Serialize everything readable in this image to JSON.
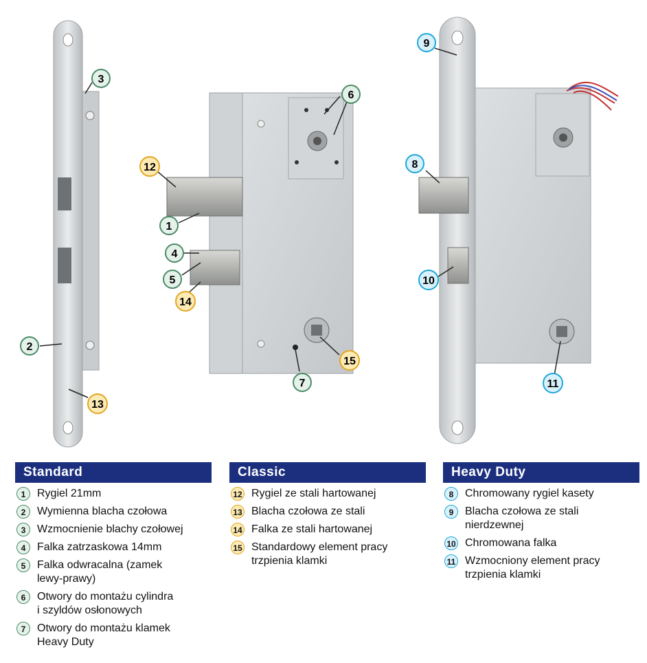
{
  "colors": {
    "header_bg": "#1c2f7e",
    "green_badge": "#4c8a68",
    "gold_badge": "#e3a623",
    "blue_badge": "#1ea7d8"
  },
  "callouts": {
    "c1": "1",
    "c2": "2",
    "c3": "3",
    "c4": "4",
    "c5": "5",
    "c6": "6",
    "c7": "7",
    "c8": "8",
    "c9": "9",
    "c10": "10",
    "c11": "11",
    "c12": "12",
    "c13": "13",
    "c14": "14",
    "c15": "15"
  },
  "standard": {
    "title": "Standard",
    "items": [
      {
        "num": "1",
        "text": "Rygiel 21mm"
      },
      {
        "num": "2",
        "text": "Wymienna blacha czołowa"
      },
      {
        "num": "3",
        "text": "Wzmocnienie blachy czołowej"
      },
      {
        "num": "4",
        "text": "Falka zatrzaskowa 14mm"
      },
      {
        "num": "5",
        "text": "Falka odwracalna (zamek",
        "text2": "lewy-prawy)"
      },
      {
        "num": "6",
        "text": "Otwory do montażu cylindra",
        "text2": "i szyldów osłonowych"
      },
      {
        "num": "7",
        "text": "Otwory do montażu klamek",
        "text2": "Heavy Duty"
      }
    ]
  },
  "classic": {
    "title": "Classic",
    "items": [
      {
        "num": "12",
        "text": "Rygiel ze stali hartowanej"
      },
      {
        "num": "13",
        "text": "Blacha czołowa ze stali"
      },
      {
        "num": "14",
        "text": "Falka ze stali hartowanej"
      },
      {
        "num": "15",
        "text": "Standardowy element pracy",
        "text2": "trzpienia klamki"
      }
    ]
  },
  "heavy_duty": {
    "title": "Heavy Duty",
    "items": [
      {
        "num": "8",
        "text": "Chromowany rygiel kasety"
      },
      {
        "num": "9",
        "text": "Blacha czołowa ze stali",
        "text2": "nierdzewnej"
      },
      {
        "num": "10",
        "text": "Chromowana falka"
      },
      {
        "num": "11",
        "text": "Wzmocniony element pracy",
        "text2": "trzpienia klamki"
      }
    ]
  }
}
